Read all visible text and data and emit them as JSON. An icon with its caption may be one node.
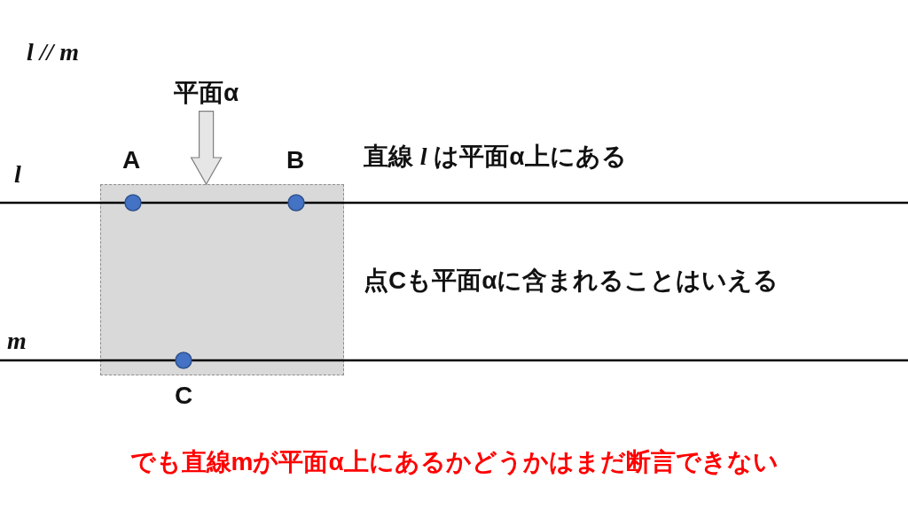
{
  "diagram": {
    "nodes": [
      {
        "text": [
          "平面α"
        ]
      },
      {
        "text": [],
        "shape": "box"
      }
    ],
    "edges": [
      {
        "from": 0,
        "to": 1,
        "arrow": "to"
      }
    ],
    "labels": [
      "l // m",
      "A",
      "B",
      "直線 *l* は平面α上にある",
      "l",
      "点Cも平面αに含まれることはいえる",
      "m",
      "C",
      "でも直線mが平面α上にあるかどうかはまだ断言できない"
    ]
  }
}
